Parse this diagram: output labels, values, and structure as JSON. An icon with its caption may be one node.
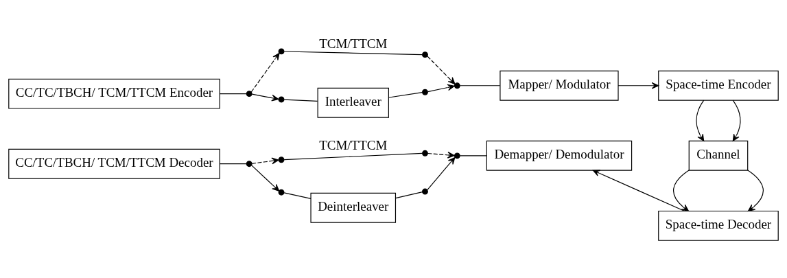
{
  "diagram": {
    "nodes": [
      {
        "text": [
          "CC/TC/TBCH/ TCM/TTCM Encoder"
        ]
      },
      {
        "text": [],
        "shape": "circle"
      },
      {
        "text": [],
        "shape": "circle"
      },
      {
        "text": [],
        "shape": "circle"
      },
      {
        "text": [
          "Interleaver"
        ]
      },
      {
        "text": [],
        "shape": "circle"
      },
      {
        "text": [],
        "shape": "circle"
      },
      {
        "text": [],
        "shape": "circle"
      },
      {
        "text": [
          "Mapper/ Modulator"
        ]
      },
      {
        "text": [
          "Space-time Encoder"
        ]
      },
      {
        "text": [
          "Channel"
        ]
      },
      {
        "text": [
          "CC/TC/TBCH/ TCM/TTCM Decoder"
        ]
      },
      {
        "text": [],
        "shape": "circle"
      },
      {
        "text": [],
        "shape": "circle"
      },
      {
        "text": [],
        "shape": "circle"
      },
      {
        "text": [
          "Deinterleaver"
        ]
      },
      {
        "text": [],
        "shape": "circle"
      },
      {
        "text": [],
        "shape": "circle"
      },
      {
        "text": [],
        "shape": "circle"
      },
      {
        "text": [
          "Demapper/ Demodulator"
        ]
      },
      {
        "text": [
          "Space-time Decoder"
        ]
      }
    ],
    "edges": [
      {
        "from": 0,
        "to": 1,
        "arrow": "none"
      },
      {
        "from": 1,
        "to": 2,
        "arrow": "to",
        "style": "dashed"
      },
      {
        "from": 1,
        "to": 3,
        "arrow": "to"
      },
      {
        "from": 3,
        "to": 4,
        "arrow": "none"
      },
      {
        "from": 2,
        "to": 5,
        "arrow": "none",
        "label": "TCM/TTCM"
      },
      {
        "from": 4,
        "to": 6,
        "arrow": "none"
      },
      {
        "from": 5,
        "to": 7,
        "arrow": "to",
        "style": "dashed"
      },
      {
        "from": 6,
        "to": 7,
        "arrow": "to"
      },
      {
        "from": 7,
        "to": 8,
        "arrow": "none"
      },
      {
        "from": 8,
        "to": 9,
        "arrow": "to"
      },
      {
        "from": 9,
        "to": 10,
        "arrow": "to"
      },
      {
        "from": 9,
        "to": 10,
        "arrow": "to"
      },
      {
        "from": 10,
        "to": 20,
        "arrow": "to"
      },
      {
        "from": 10,
        "to": 20,
        "arrow": "to"
      },
      {
        "from": 20,
        "to": 19,
        "arrow": "to"
      },
      {
        "from": 11,
        "to": 12,
        "arrow": "none"
      },
      {
        "from": 12,
        "to": 13,
        "arrow": "to",
        "style": "dashed"
      },
      {
        "from": 12,
        "to": 14,
        "arrow": "to"
      },
      {
        "from": 14,
        "to": 15,
        "arrow": "none"
      },
      {
        "from": 13,
        "to": 16,
        "arrow": "none",
        "label": "TCM/TTCM"
      },
      {
        "from": 15,
        "to": 17,
        "arrow": "none"
      },
      {
        "from": 16,
        "to": 18,
        "arrow": "to",
        "style": "dashed"
      },
      {
        "from": 17,
        "to": 18,
        "arrow": "to"
      },
      {
        "from": 18,
        "to": 19,
        "arrow": "none"
      }
    ]
  }
}
